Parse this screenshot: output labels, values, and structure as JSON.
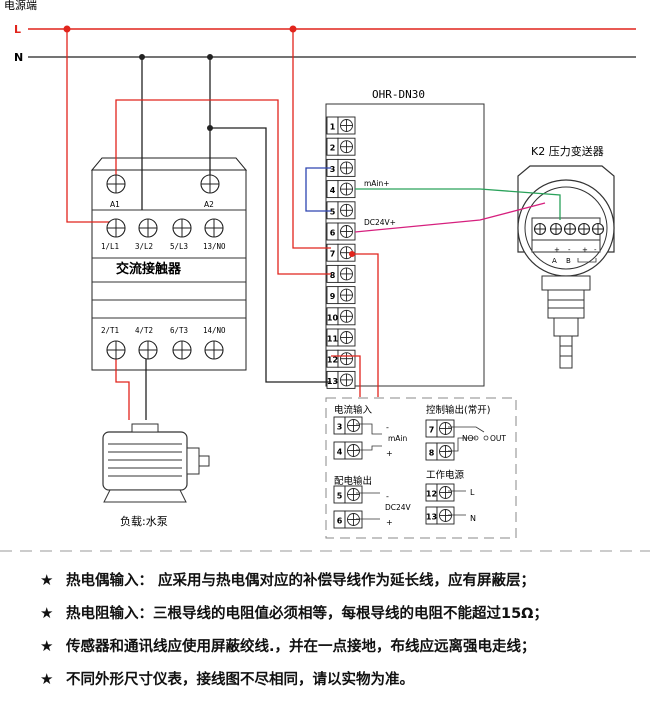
{
  "power": {
    "title": "电源端",
    "line_L": "L",
    "line_N": "N"
  },
  "controller": {
    "model": "OHR-DN30",
    "terminals": [
      "1",
      "2",
      "3",
      "4",
      "5",
      "6",
      "7",
      "8",
      "9",
      "10",
      "11",
      "12",
      "13"
    ],
    "label_mAin": "mAin+",
    "label_dc": "DC24V+"
  },
  "contactor": {
    "name": "交流接触器",
    "coil": [
      "A1",
      "A2"
    ],
    "top_terminals": [
      "1/L1",
      "3/L2",
      "5/L3",
      "13/NO"
    ],
    "bottom_terminals": [
      "2/T1",
      "4/T2",
      "6/T3",
      "14/NO"
    ]
  },
  "load": {
    "label": "负载:水泵"
  },
  "transmitter": {
    "title": "K2 压力变送器",
    "signs": [
      "+",
      "-",
      "+",
      "-"
    ],
    "letters": [
      "A",
      "B"
    ]
  },
  "legend": {
    "current_input": {
      "title": "电流输入",
      "terms": [
        "3",
        "4"
      ],
      "minus": "-",
      "plus": "+",
      "label": "mAin"
    },
    "control_output": {
      "title": "控制输出(常开)",
      "terms": [
        "7",
        "8"
      ],
      "no": "NO",
      "out": "OUT"
    },
    "power_output": {
      "title": "配电输出",
      "terms": [
        "5",
        "6"
      ],
      "minus": "-",
      "plus": "+",
      "label": "DC24V"
    },
    "working_power": {
      "title": "工作电源",
      "terms": [
        "12",
        "13"
      ],
      "l": "L",
      "n": "N"
    }
  },
  "notes": [
    "热电偶输入：  应采用与热电偶对应的补偿导线作为延长线，应有屏蔽层；",
    "热电阻输入：三根导线的电阻值必须相等，每根导线的电阻不能超过15Ω；",
    "传感器和通讯线应使用屏蔽绞线.，并在一点接地，布线应远离强电走线；",
    "不同外形尺寸仪表，接线图不尽相同，请以实物为准。"
  ],
  "colors": {
    "red": "#e1241c",
    "green": "#2aa25a",
    "magenta": "#d6207e",
    "blue": "#2d45b0",
    "black": "#222222"
  }
}
